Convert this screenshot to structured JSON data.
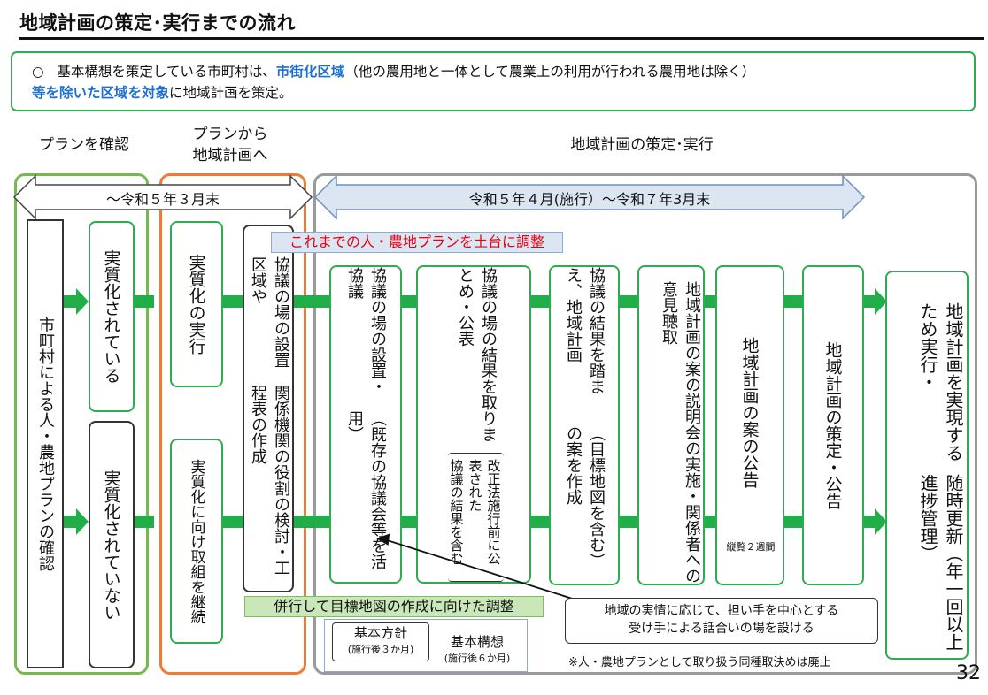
{
  "title": "地域計画の策定･実行までの流れ",
  "info": {
    "bullet": "○",
    "text1": "基本構想を策定している市町村は、",
    "hl1": "市街化区域",
    "text2": "（他の農用地と一体として農業上の利用が行われる農用地は除く）",
    "hl2": "等を除いた区域を対象",
    "text3": "に地域計画を策定。"
  },
  "headers": {
    "confirm": "プランを確認",
    "transition_line1": "プランから",
    "transition_line2": "地域計画へ",
    "formulation": "地域計画の策定･実行"
  },
  "periods": {
    "before": "～令和５年３月末",
    "after": "令和５年４月(施行）～令和７年3月末"
  },
  "banner_red": "これまでの人・農地プランを土台に調整",
  "banner_green": "併行して目標地図の作成に向けた調整",
  "boxes": {
    "confirm_plan": "市町村による人・農地プランの確認",
    "materialized": "実質化されている",
    "not_materialized": "実質化されていない",
    "implement": "実質化の実行",
    "continue": "実質化に向け取組を継続",
    "roles_col1": "関係機関の役割の検討・工程表の作成",
    "roles_col2": "協議の場の設置区域や",
    "meeting_col1": "協議の場の設置・協議",
    "meeting_col2": "（既存の協議会等を活用）",
    "results_main": "協議の場の結果を取りまとめ・公表",
    "results_sub1": "改正法施行前に公表された",
    "results_sub2": "協議の結果を含む",
    "draft_col1": "協議の結果を踏まえ、地域計画",
    "draft_col2": "（目標地図を含む）の案を作成",
    "briefing": "地域計画の案の説明会の実施・関係者への意見聴取",
    "notice": "地域計画の案の公告",
    "notice_sub": "縦覧２週間",
    "finalize": "地域計画の策定・公告",
    "update_col1": "地域計画を実現するため実行・",
    "update_col2": "随時更新（年一回以上進捗管理）"
  },
  "callout": {
    "line1": "地域の実情に応じて、担い手を中心とする",
    "line2": "受け手による話合いの場を設ける"
  },
  "basic_policy": {
    "label": "基本方針",
    "sub": "(施行後３か月)"
  },
  "basic_plan": {
    "label": "基本構想",
    "sub": "(施行後６か月)"
  },
  "footnote": "※人・農地プランとして取り扱う同種取決めは廃止",
  "page_number": "32",
  "colors": {
    "green": "#21ae48",
    "zone_green": "#76b84e",
    "zone_orange": "#ee7a34",
    "highlight_blue": "#1f6fd0",
    "banner_red_text": "#e60012"
  }
}
